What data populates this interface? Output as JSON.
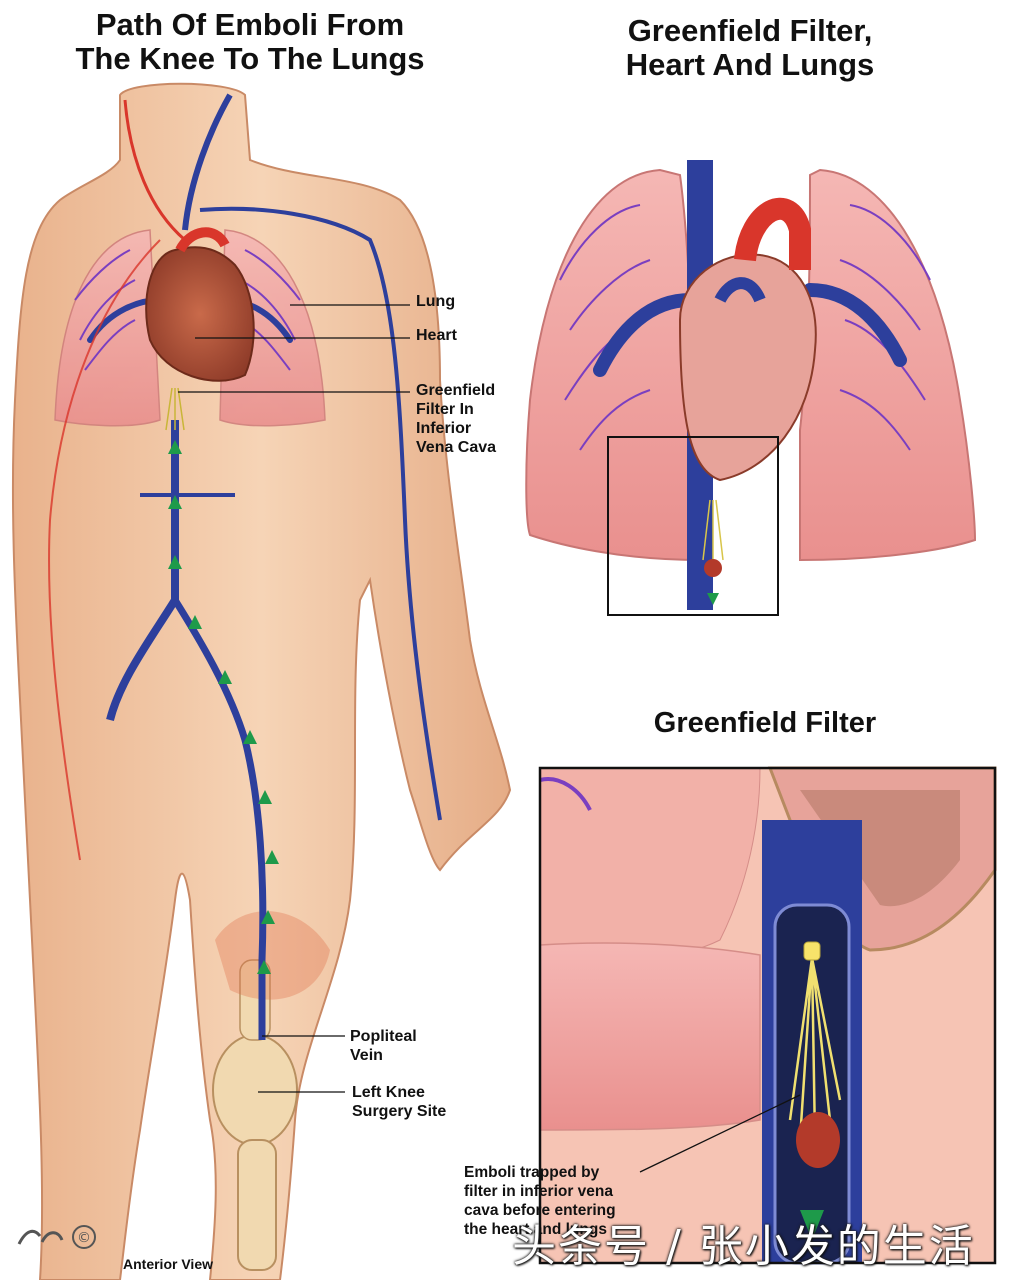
{
  "titles": {
    "left": "Path Of Emboli From\nThe Knee To The Lungs",
    "right": "Greenfield Filter,\nHeart And Lungs",
    "filter": "Greenfield Filter"
  },
  "labels": {
    "lung": "Lung",
    "heart": "Heart",
    "filter": "Greenfield\nFilter In\nInferior\nVena Cava",
    "popliteal": "Popliteal\nVein",
    "knee": "Left Knee\nSurgery Site",
    "emboli": "Emboli trapped by\nfilter in inferior vena\ncava before entering\nthe heart and lungs",
    "anterior": "Anterior View"
  },
  "watermark": {
    "text": "头条号 / 张小发的生活",
    "stamp": "©"
  },
  "colors": {
    "skin": "#f3c9a6",
    "lung": "#f2a8a8",
    "vein": "#2d3f9c",
    "artery": "#d9362b",
    "arrow": "#1e9a4a",
    "filter": "#f0e070"
  }
}
